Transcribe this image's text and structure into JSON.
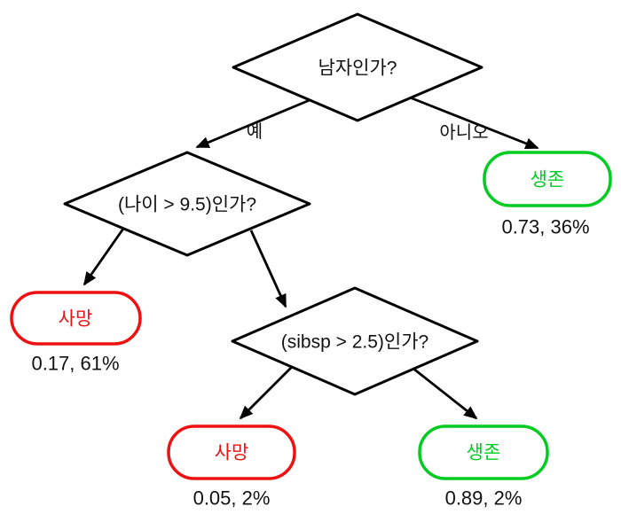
{
  "diagram": {
    "type": "decision-tree",
    "background_color": "#ffffff",
    "colors": {
      "edge": "#000000",
      "question_text": "#111111",
      "stats_text": "#111111",
      "survive": "#00cc22",
      "death": "#ee1111"
    },
    "edge_labels": {
      "yes": "예",
      "no": "아니오"
    },
    "nodes": {
      "root_question": "남자인가?",
      "age_question": "(나이 > 9.5)인가?",
      "sibsp_question": "(sibsp > 2.5)인가?",
      "leaf_survived_root_no": {
        "label": "생존",
        "stats": "0.73, 36%"
      },
      "leaf_died_age_yes": {
        "label": "사망",
        "stats": "0.17, 61%"
      },
      "leaf_died_sibsp_yes": {
        "label": "사망",
        "stats": "0.05, 2%"
      },
      "leaf_survived_sibsp_no": {
        "label": "생존",
        "stats": "0.89, 2%"
      }
    }
  }
}
